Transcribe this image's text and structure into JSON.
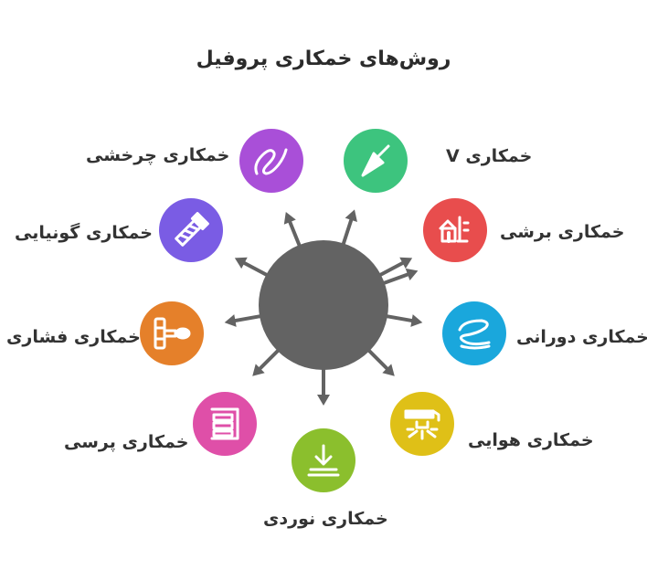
{
  "title": "روش‌های خمکاری پروفیل",
  "methods": [
    {
      "id": "v-bending",
      "label": "خمکاری V",
      "color": "#3dc47e",
      "icon": "trowel-icon"
    },
    {
      "id": "cut-bending",
      "label": "خمکاری برشی",
      "color": "#e84d4d",
      "icon": "cutter-icon"
    },
    {
      "id": "rotary-bending",
      "label": "خمکاری دورانی",
      "color": "#1aa7dc",
      "icon": "spiral-icon"
    },
    {
      "id": "air-bending",
      "label": "خمکاری هوایی",
      "color": "#dfc017",
      "icon": "air-press-icon"
    },
    {
      "id": "roll-bending",
      "label": "خمکاری نوردی",
      "color": "#8bbf2d",
      "icon": "download-icon"
    },
    {
      "id": "press-bending",
      "label": "خمکاری پرسی",
      "color": "#df4fa8",
      "icon": "press-icon"
    },
    {
      "id": "compression-bending",
      "label": "خمکاری فشاری",
      "color": "#e5802a",
      "icon": "hydraulic-icon"
    },
    {
      "id": "angular-bending",
      "label": "خمکاری گونیایی",
      "color": "#7a5ce4",
      "icon": "bolt-icon"
    },
    {
      "id": "spin-bending",
      "label": "خمکاری چرخشی",
      "color": "#a94fd8",
      "icon": "squiggle-icon"
    }
  ],
  "hub_color": "#636363"
}
